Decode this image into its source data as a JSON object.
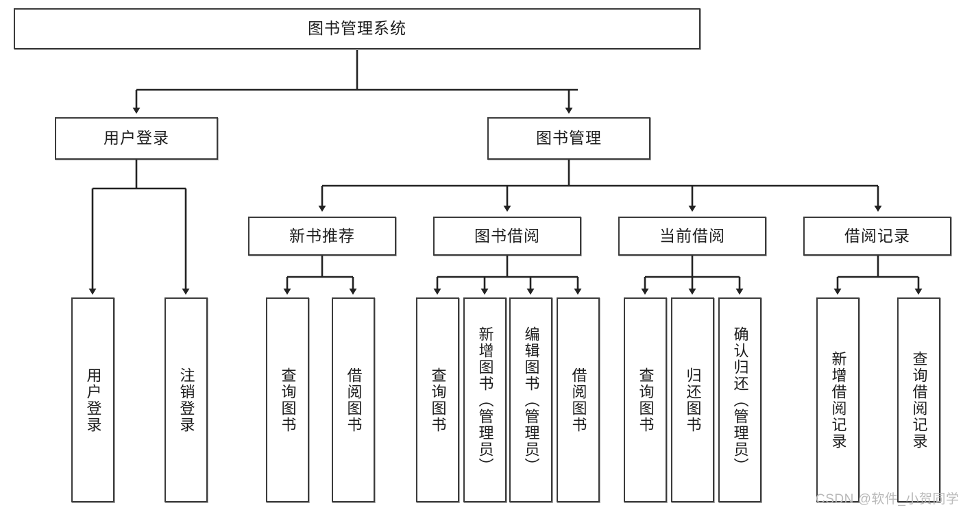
{
  "diagram": {
    "title": "图书管理系统",
    "type": "hierarchy-tree",
    "levels": 4,
    "colors": {
      "box_border": "#3b3b3b",
      "box_fill": "#ffffff",
      "edge": "#222222",
      "text": "#1d1d1d",
      "watermark": "#b9b9b9"
    },
    "nodes": {
      "root": {
        "label": "图书管理系统"
      },
      "level2": [
        {
          "id": "user-login",
          "label": "用户登录"
        },
        {
          "id": "book-manage",
          "label": "图书管理"
        }
      ],
      "level3": [
        {
          "id": "new-book-recommend",
          "label": "新书推荐"
        },
        {
          "id": "book-borrow",
          "label": "图书借阅"
        },
        {
          "id": "current-borrow",
          "label": "当前借阅"
        },
        {
          "id": "borrow-record",
          "label": "借阅记录"
        }
      ],
      "leaves": {
        "user-login": [
          {
            "id": "leaf-user-login",
            "label": "用户登录"
          },
          {
            "id": "leaf-logout",
            "label": "注销登录"
          }
        ],
        "new-book-recommend": [
          {
            "id": "leaf-query-book-1",
            "label": "查询图书"
          },
          {
            "id": "leaf-borrow-book-1",
            "label": "借阅图书"
          }
        ],
        "book-borrow": [
          {
            "id": "leaf-query-book-2",
            "label": "查询图书"
          },
          {
            "id": "leaf-add-book",
            "label": "新增图书（管理员）"
          },
          {
            "id": "leaf-edit-book",
            "label": "编辑图书（管理员）"
          },
          {
            "id": "leaf-borrow-book-2",
            "label": "借阅图书"
          }
        ],
        "current-borrow": [
          {
            "id": "leaf-query-book-3",
            "label": "查询图书"
          },
          {
            "id": "leaf-return-book",
            "label": "归还图书"
          },
          {
            "id": "leaf-confirm-return",
            "label": "确认归还（管理员）"
          }
        ],
        "borrow-record": [
          {
            "id": "leaf-add-record",
            "label": "新增借阅记录"
          },
          {
            "id": "leaf-query-record",
            "label": "查询借阅记录"
          }
        ]
      }
    },
    "watermark": "CSDN @软件_小贺同学"
  }
}
